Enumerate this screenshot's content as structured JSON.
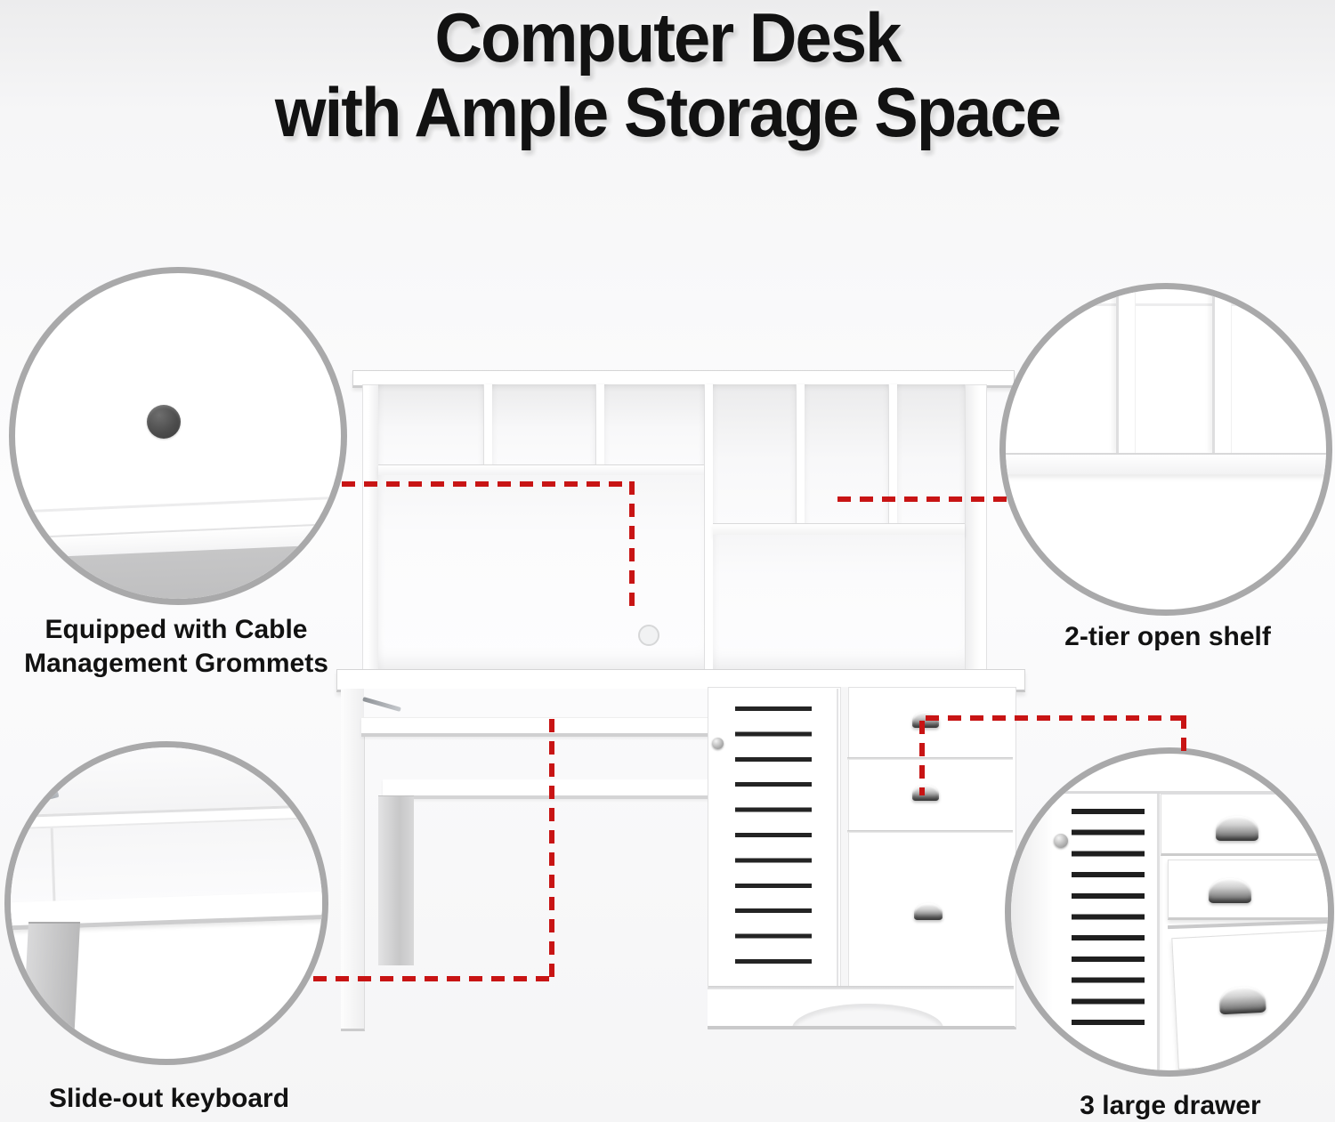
{
  "title": {
    "line1": "Computer Desk",
    "line2": "with Ample Storage Space"
  },
  "callouts": {
    "grommets": {
      "line1": "Equipped with Cable",
      "line2": "Management Grommets"
    },
    "shelf": {
      "label": "2-tier open shelf"
    },
    "keyboard": {
      "label": "Slide-out keyboard"
    },
    "drawers": {
      "label": "3 large drawer"
    }
  },
  "colors": {
    "accent_red": "#c81414",
    "circle_ring": "#a9a9aa",
    "louver_slat": "#242424",
    "grommet_dark": "#4d4d4d",
    "title_text": "#121212"
  }
}
